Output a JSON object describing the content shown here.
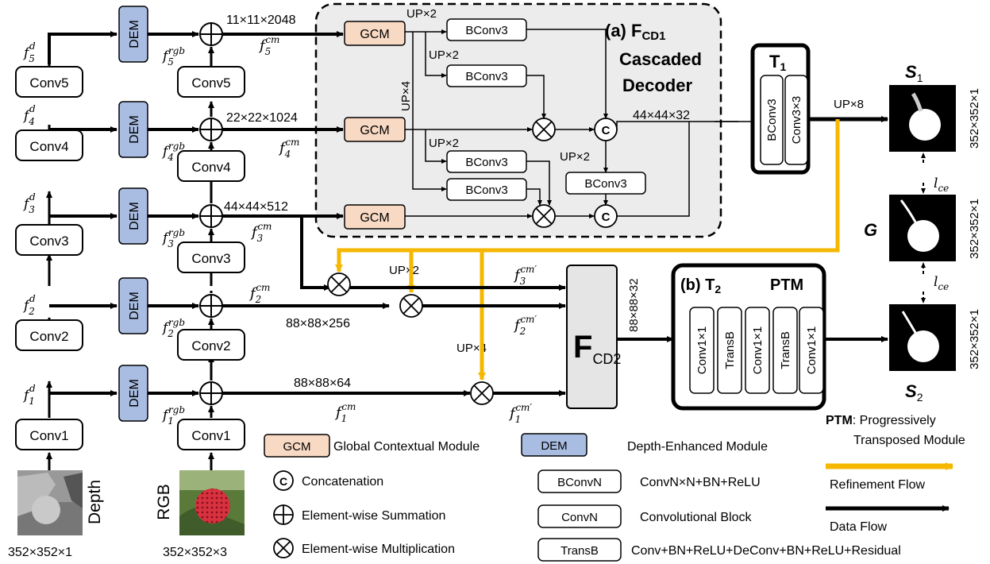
{
  "colors": {
    "gcm": "#f8d9c3",
    "dem": "#a9bde3",
    "refine": "#f5b700",
    "panel": "#ececec"
  },
  "labels": {
    "dem": "DEM",
    "gcm": "GCM",
    "bconv3": "BConv3",
    "c": "C",
    "conv1x1": "Conv1×1",
    "transb": "TransB",
    "bconv3_t1": "BConv3",
    "conv3x3_t1": "Conv3×3",
    "t1": "T",
    "t1_sub": "1",
    "fcd2": "F",
    "fcd2_sub": "CD2",
    "panel_a": "(a) F",
    "panel_a_sub": "CD1",
    "cascaded": "Cascaded",
    "decoder": "Decoder",
    "ptm_title": "(b) T",
    "ptm_title_sub": "2",
    "ptm": "PTM"
  },
  "depth_branch": {
    "convs": [
      "Conv5",
      "Conv4",
      "Conv3",
      "Conv2",
      "Conv1"
    ],
    "feats": [
      "f5d",
      "f4d",
      "f3d",
      "f2d",
      "f1d"
    ]
  },
  "rgb_branch": {
    "convs": [
      "Conv5",
      "Conv4",
      "Conv3",
      "Conv2",
      "Conv1"
    ],
    "feats": [
      "f5rgb",
      "f4rgb",
      "f3rgb",
      "f2rgb",
      "f1rgb"
    ]
  },
  "sizes": {
    "s11": "11×11×2048",
    "s22": "22×22×1024",
    "s44": "44×44×512",
    "s88a": "88×88×256",
    "s88b": "88×88×64",
    "s44b": "44×44×32",
    "s88c": "88×88×32",
    "out1": "352×352×1",
    "out2": "352×352×1",
    "outg": "352×352×1",
    "depth_in": "352×352×1",
    "rgb_in": "352×352×3"
  },
  "ups": {
    "up2a": "UP×2",
    "up2b": "UP×2",
    "up4": "UP×4",
    "up2c": "UP×2",
    "up2d": "UP×2",
    "up8": "UP×8",
    "up2e": "UP×2",
    "up4b": "UP×4"
  },
  "fcm": {
    "f5": "f5cm",
    "f4": "f4cm",
    "f3": "f3cm",
    "f2": "f2cm",
    "f1": "f1cm"
  },
  "fcmp": {
    "f3": "f3cm′",
    "f2": "f2cm′",
    "f1": "f1cm′"
  },
  "outputs": {
    "s1": "S",
    "s1_sub": "1",
    "g": "G",
    "s2": "S",
    "s2_sub": "2",
    "lce1": "l",
    "lce1_sub": "ce",
    "lce2": "l",
    "lce2_sub": "ce"
  },
  "inputs": {
    "depth": "Depth",
    "rgb": "RGB"
  },
  "legend": {
    "gcm_box": "GCM",
    "gcm": "Global Contextual Module",
    "dem_box": "DEM",
    "dem": "Depth-Enhanced Module",
    "concat": "Concatenation",
    "sum": "Element-wise Summation",
    "mult": "Element-wise Multiplication",
    "bconvn_box": "BConvN",
    "bconvn": "ConvN×N+BN+ReLU",
    "convn_box": "ConvN",
    "convn": "Convolutional Block",
    "transb_box": "TransB",
    "transb": "Conv+BN+ReLU+DeConv+BN+ReLU+Residual",
    "ptm_bold": "PTM",
    "ptm_rest": ": Progressively",
    "ptm_line2": "Transposed Module",
    "refine": "Refinement Flow",
    "data": "Data Flow"
  }
}
